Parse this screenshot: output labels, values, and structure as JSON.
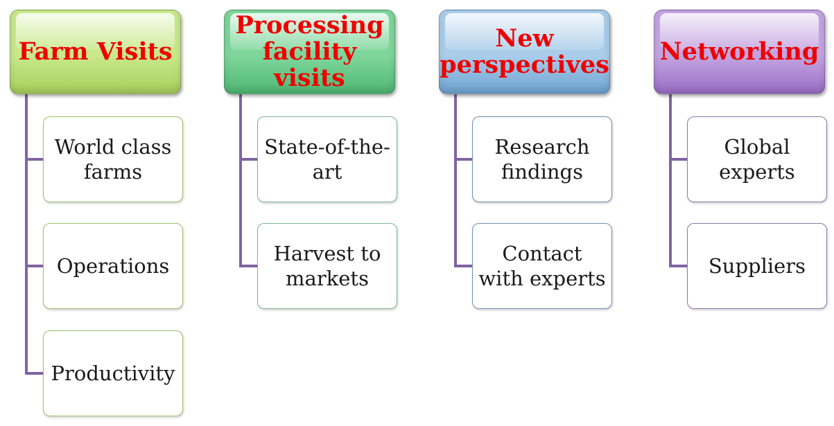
{
  "colors": {
    "header_text": "#ee0000",
    "connector": "#8064a2",
    "child_text": "#1a1a1a"
  },
  "columns": [
    {
      "title": "Farm Visits",
      "color": "#c8e88a",
      "color_dark": "#a8cf5c",
      "child_border": "#9dbf6a",
      "children": [
        "World class farms",
        "Operations",
        "Productivity"
      ]
    },
    {
      "title": "Processing facility visits",
      "color": "#7fd69c",
      "color_dark": "#4fb874",
      "child_border": "#7fb59a",
      "children": [
        "State-of-the-art",
        "Harvest to markets"
      ]
    },
    {
      "title": "New perspectives",
      "color": "#a9cdea",
      "color_dark": "#6fa3d2",
      "child_border": "#6f8fb0",
      "children": [
        "Research findings",
        "Contact with experts"
      ]
    },
    {
      "title": "Networking",
      "color": "#c3a4e0",
      "color_dark": "#9a6fc8",
      "child_border": "#8a7aa8",
      "children": [
        "Global experts",
        "Suppliers"
      ]
    }
  ]
}
